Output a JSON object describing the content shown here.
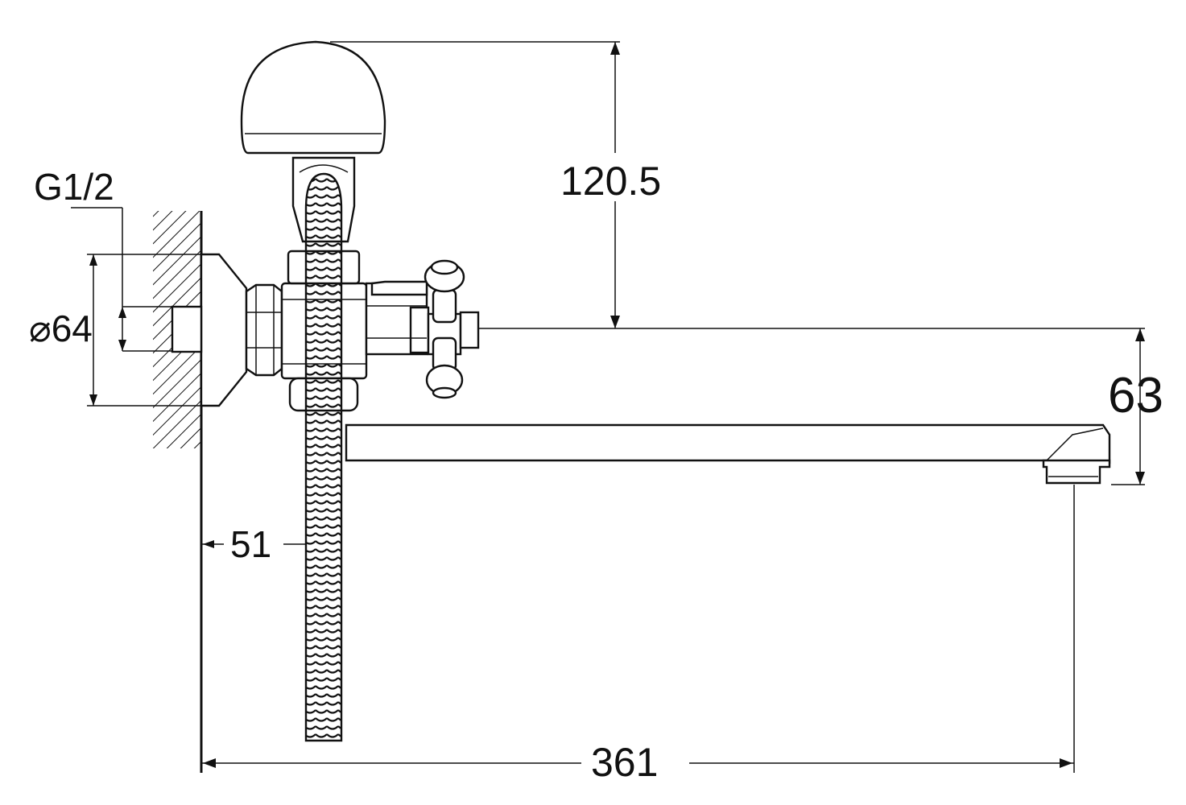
{
  "labels": {
    "thread": "G1/2",
    "diameter": "⌀64",
    "height_top": "120.5",
    "spout_height": "63",
    "wall_offset": "51",
    "spout_length": "361"
  }
}
